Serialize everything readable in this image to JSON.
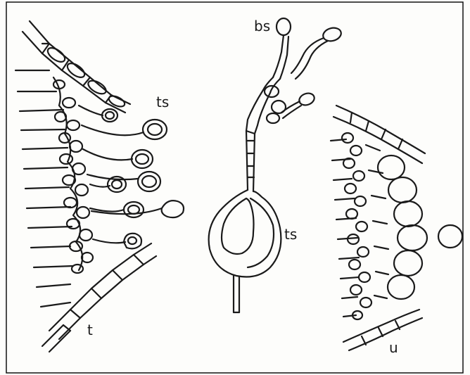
{
  "labels": {
    "bs": "bs",
    "ts_left": "ts",
    "ts_center": "ts",
    "t": "t",
    "u": "u"
  },
  "colors": {
    "ink": "#1a1a1a",
    "paper": "#fdfdfb",
    "frame": "#111111"
  }
}
